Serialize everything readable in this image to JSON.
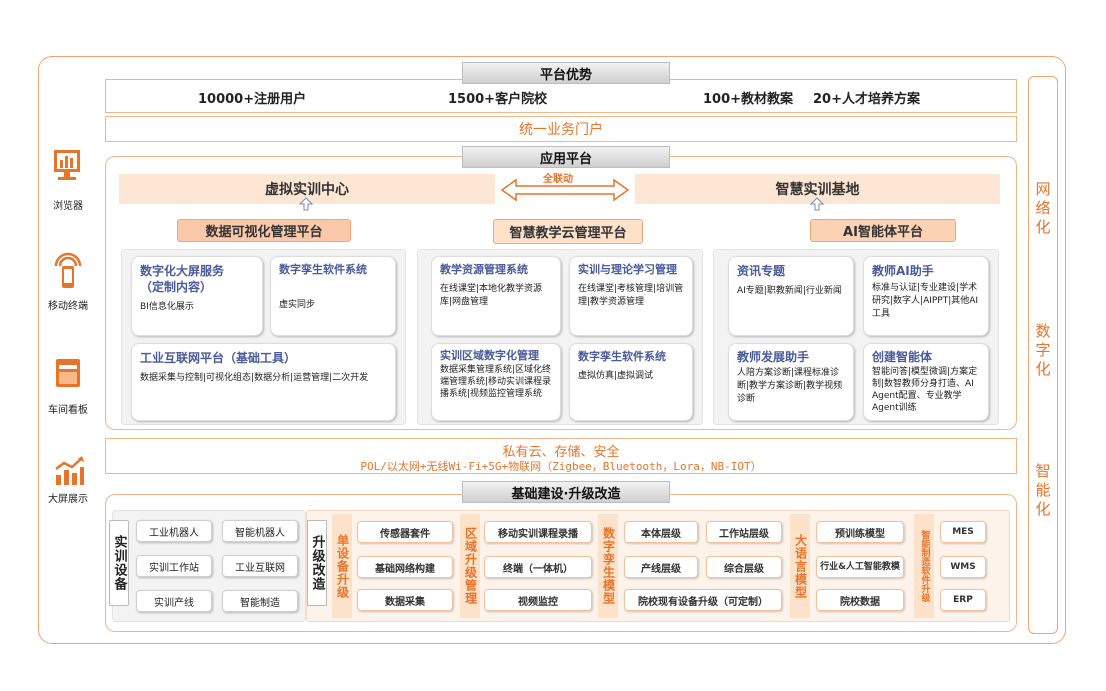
{
  "platform_advantage": {
    "title": "平台优势",
    "items": [
      "10000+注册用户",
      "1500+客户院校",
      "100+教材教案",
      "20+人才培养方案"
    ]
  },
  "unified_portal": "统一业务门户",
  "application_platform": {
    "title": "应用平台",
    "virtual_center": "虚拟实训中心",
    "link_label": "全联动",
    "smart_base": "智慧实训基地",
    "sub_platforms": [
      "数据可视化管理平台",
      "智慧教学云管理平台",
      "AI智能体平台"
    ],
    "left_cards": [
      {
        "title": "数字化大屏服务\n（定制内容）",
        "desc": "BI信息化展示"
      },
      {
        "title": "数字孪生软件系统",
        "desc": "虚实同步"
      },
      {
        "title": "工业互联网平台（基础工具）",
        "desc": "数据采集与控制|可视化组态|数据分析|运营管理|二次开发"
      }
    ],
    "mid_cards": [
      {
        "title": "教学资源管理系统",
        "desc": "在线课堂|本地化教学资源库|网盘管理"
      },
      {
        "title": "实训与理论学习管理",
        "desc": "在线课堂|考核管理|培训管理|教学资源管理"
      },
      {
        "title": "实训区域数字化管理",
        "desc": "数据采集管理系统|区域化终端管理系统|移动实训课程录播系统|视频监控管理系统"
      },
      {
        "title": "数字孪生软件系统",
        "desc": "虚拟仿真|虚拟调试"
      }
    ],
    "right_cards": [
      {
        "title": "资讯专题",
        "desc": "AI专题|职教新闻|行业新闻"
      },
      {
        "title": "教师AI助手",
        "desc": "标准与认证|专业建设|学术研究|数字人|AIPPT|其他AI工具"
      },
      {
        "title": "教师发展助手",
        "desc": "人陪方案诊断|课程标准诊断|教学方案诊断|教学视频诊断"
      },
      {
        "title": "创建智能体",
        "desc": "智能问答|模型微调|方案定制|数智教师分身打造、AI Agent配置、专业教学Agent训练"
      }
    ]
  },
  "network": {
    "line1": "私有云、存储、安全",
    "line2": "POL/以太网+无线Wi-Fi+5G+物联网（Zigbee，Bluetooth，Lora，NB-IOT）"
  },
  "infrastructure": {
    "title": "基础建设·升级改造",
    "training_equipment_label": "实训设备",
    "equipment": [
      "工业机器人",
      "智能机器人",
      "实训工作站",
      "工业互联网",
      "实训产线",
      "智能制造"
    ],
    "upgrade_label": "升级改造",
    "groups": [
      {
        "label": "单设备升级",
        "items": [
          "传感器套件",
          "基础网络构建",
          "数据采集"
        ]
      },
      {
        "label": "区域升级管理",
        "items": [
          "移动实训课程录播",
          "终端（一体机）",
          "视频监控"
        ]
      },
      {
        "label": "数字孪生模型",
        "items": [
          "本体层级",
          "工作站层级",
          "产线层级",
          "综合层级",
          "院校现有设备升级（可定制）"
        ]
      },
      {
        "label": "大语言模型",
        "items": [
          "预训练模型",
          "行业&人工智能教模",
          "院校数据"
        ]
      },
      {
        "label": "智能制造软件升级",
        "items": [
          "MES",
          "WMS",
          "ERP"
        ]
      }
    ]
  },
  "side": {
    "left": [
      "浏览器",
      "移动终端",
      "车间看板",
      "大屏展示"
    ],
    "right": [
      "网络化",
      "数字化",
      "智能化"
    ]
  },
  "colors": {
    "accent": "#e8742a",
    "frame": "#f1a46e",
    "fill": "#fde6d4",
    "card_title": "#4a5a9a"
  }
}
